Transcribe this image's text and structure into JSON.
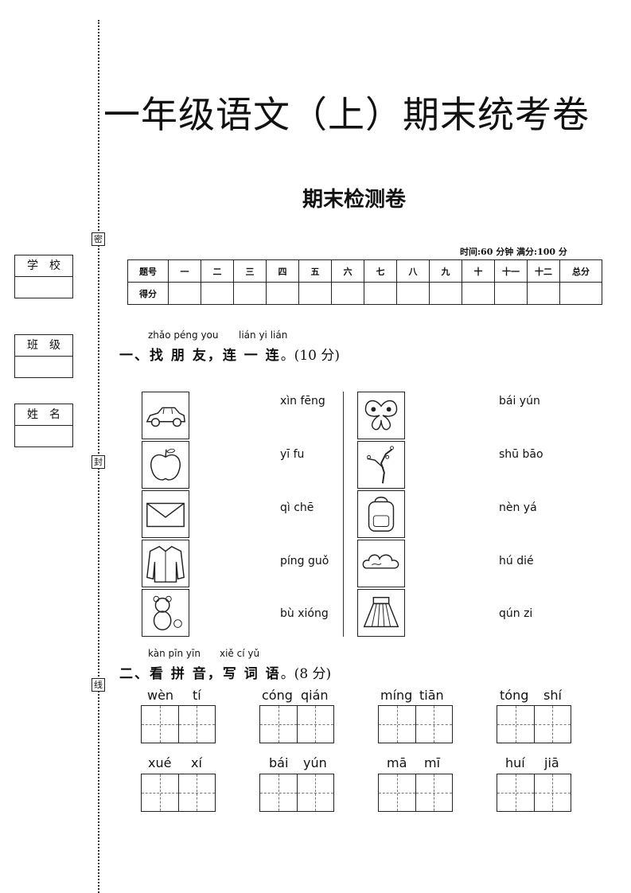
{
  "side": {
    "seals": [
      "密",
      "封",
      "线"
    ],
    "fields": [
      {
        "label_a": "学",
        "label_b": "校"
      },
      {
        "label_a": "班",
        "label_b": "级"
      },
      {
        "label_a": "姓",
        "label_b": "名"
      }
    ]
  },
  "header": {
    "title": "一年级语文（上）期末统考卷",
    "subtitle": "期末检测卷",
    "time_info": "时间:60 分钟   满分:100 分"
  },
  "score_table": {
    "row1": [
      "题号",
      "一",
      "二",
      "三",
      "四",
      "五",
      "六",
      "七",
      "八",
      "九",
      "十",
      "十一",
      "十二",
      "总分"
    ],
    "row2_label": "得分"
  },
  "section1": {
    "pinyin_a": "zhǎo péng you",
    "pinyin_b": "lián yi lián",
    "title": "一、找 朋 友，连 一 连",
    "points": "。(10 分)",
    "left_images": [
      "car-icon",
      "apple-icon",
      "envelope-icon",
      "jacket-icon",
      "teddy-bear-icon"
    ],
    "left_words": [
      "xìn fēng",
      "yī fu",
      "qì chē",
      "píng guǒ",
      "bù xióng"
    ],
    "right_images": [
      "butterfly-icon",
      "tree-branch-icon",
      "backpack-icon",
      "cloud-icon",
      "skirt-icon"
    ],
    "right_words": [
      "bái yún",
      "shū bāo",
      "nèn yá",
      "hú dié",
      "qún zi"
    ]
  },
  "section2": {
    "pinyin_a": "kàn pīn yīn",
    "pinyin_b": "xiě cí yǔ",
    "title": "二、看 拼 音，写 词 语",
    "points": "。(8 分)",
    "words": [
      [
        "wèn",
        "tí"
      ],
      [
        "cóng",
        "qián"
      ],
      [
        "míng",
        "tiān"
      ],
      [
        "tóng",
        "shí"
      ],
      [
        "xué",
        "xí"
      ],
      [
        "bái",
        "yún"
      ],
      [
        "mā",
        "mī"
      ],
      [
        "huí",
        "jiā"
      ]
    ]
  }
}
